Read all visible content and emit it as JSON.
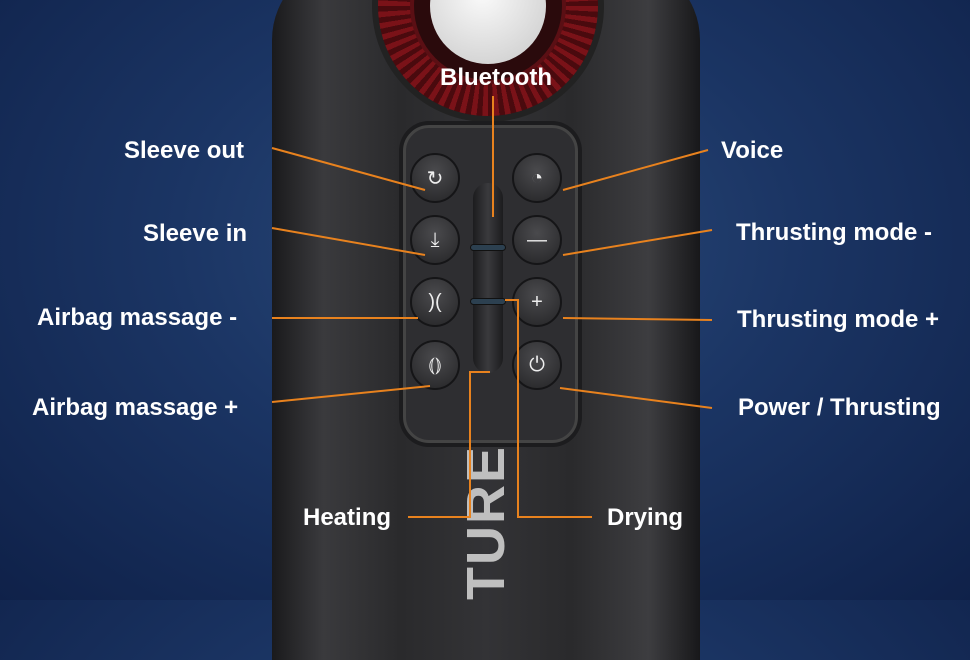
{
  "labels": {
    "bluetooth": "Bluetooth",
    "sleeve_out": "Sleeve out",
    "sleeve_in": "Sleeve in",
    "airbag_minus": "Airbag massage -",
    "airbag_plus": "Airbag massage +",
    "voice": "Voice",
    "thrust_minus": "Thrusting mode -",
    "thrust_plus": "Thrusting mode +",
    "power": "Power / Thrusting",
    "heating": "Heating",
    "drying": "Drying"
  },
  "brand_text": "TURE",
  "colors": {
    "leader_line": "#e8821e",
    "label": "#ffffff",
    "ring": "#7a1218"
  }
}
